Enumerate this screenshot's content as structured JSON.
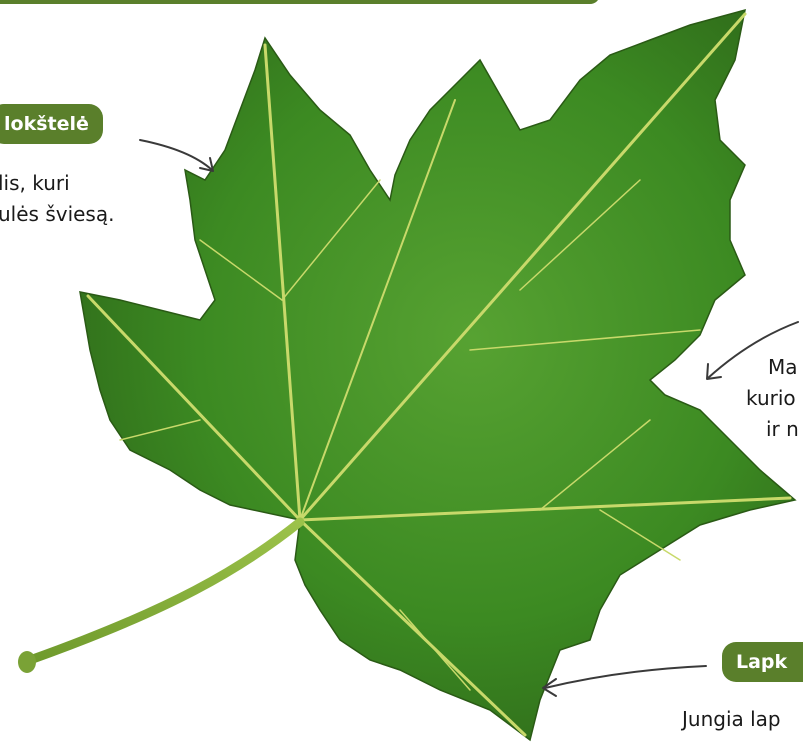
{
  "labels": {
    "blade": {
      "title": "lokštelė",
      "desc_line1": "lis, kuri",
      "desc_line2": "ulės šviesą."
    },
    "veins": {
      "desc_line1": "Ma",
      "desc_line2": "kurio",
      "desc_line3": "ir n"
    },
    "petiole": {
      "title": "Lapk",
      "desc": "Jungia lap"
    }
  },
  "colors": {
    "accent": "#5a7f2b",
    "leaf_dark": "#2f6a1b",
    "leaf_mid": "#3f8a24",
    "leaf_light": "#5ea63a",
    "vein": "#c8d96a",
    "arrow": "#3a3a3a"
  }
}
